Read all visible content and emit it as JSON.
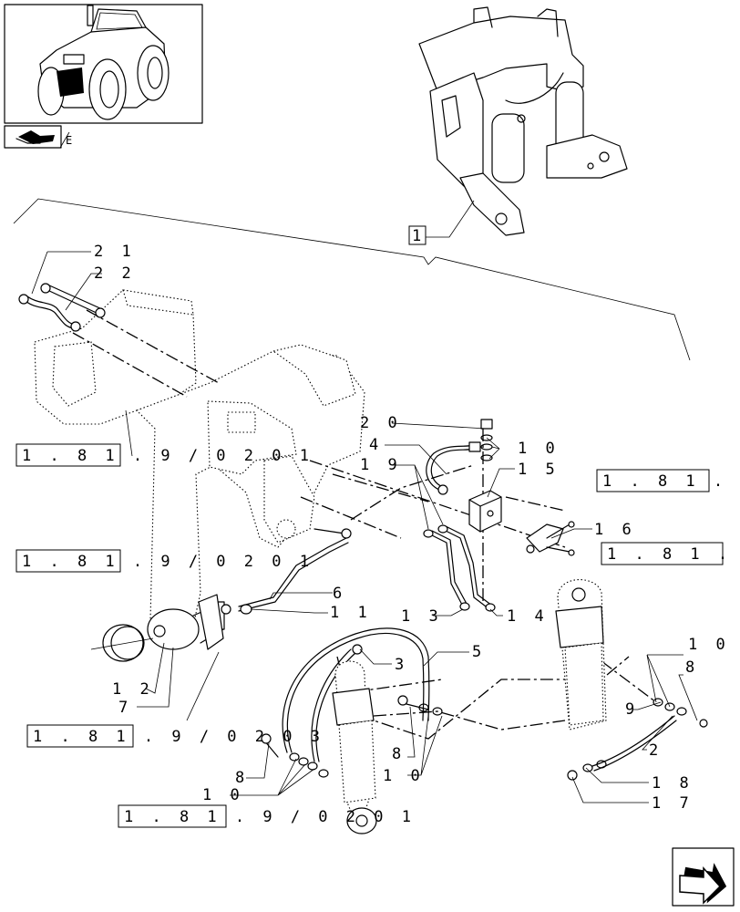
{
  "thumbnail": {
    "icon": "tractor-thumbnail",
    "nav_icon": "manual-navigation-icon",
    "suffix": "E"
  },
  "assembly_label": "1",
  "callouts": [
    {
      "id": "c21",
      "text": "2 1"
    },
    {
      "id": "c22",
      "text": "2 2"
    },
    {
      "id": "c20",
      "text": "2 0"
    },
    {
      "id": "c10a",
      "text": "1 0"
    },
    {
      "id": "c4",
      "text": "4"
    },
    {
      "id": "c19",
      "text": "1 9"
    },
    {
      "id": "c15",
      "text": "1 5"
    },
    {
      "id": "c16",
      "text": "1 6"
    },
    {
      "id": "c6",
      "text": "6"
    },
    {
      "id": "c11",
      "text": "1 1"
    },
    {
      "id": "c13",
      "text": "1 3"
    },
    {
      "id": "c14",
      "text": "1 4"
    },
    {
      "id": "c5",
      "text": "5"
    },
    {
      "id": "c3",
      "text": "3"
    },
    {
      "id": "c12",
      "text": "1 2"
    },
    {
      "id": "c7",
      "text": "7"
    },
    {
      "id": "c10b",
      "text": "1 0"
    },
    {
      "id": "c8a",
      "text": "8"
    },
    {
      "id": "c9",
      "text": "9"
    },
    {
      "id": "c2",
      "text": "2"
    },
    {
      "id": "c18",
      "text": "1 8"
    },
    {
      "id": "c17",
      "text": "1 7"
    },
    {
      "id": "c8b",
      "text": "8"
    },
    {
      "id": "c10c",
      "text": "1 0"
    },
    {
      "id": "c8c",
      "text": "8"
    },
    {
      "id": "c10d",
      "text": "1 0"
    }
  ],
  "references": [
    {
      "id": "r1",
      "text": "1 . 8 1 . 9 / 0 2   0 1"
    },
    {
      "id": "r2",
      "text": "1 . 8 1 . 9 / 0"
    },
    {
      "id": "r3",
      "text": "1 . 8 1 . 9 / 0 2   0 1"
    },
    {
      "id": "r4",
      "text": "1 . 8 1 . 9 / 0"
    },
    {
      "id": "r5",
      "text": "1 . 8 1 . 9 / 0 2   0 3"
    },
    {
      "id": "r6",
      "text": "1 . 8 1 . 9 / 0 2   0 1"
    }
  ],
  "nav": {
    "next_icon": "next-page-arrow-icon"
  }
}
